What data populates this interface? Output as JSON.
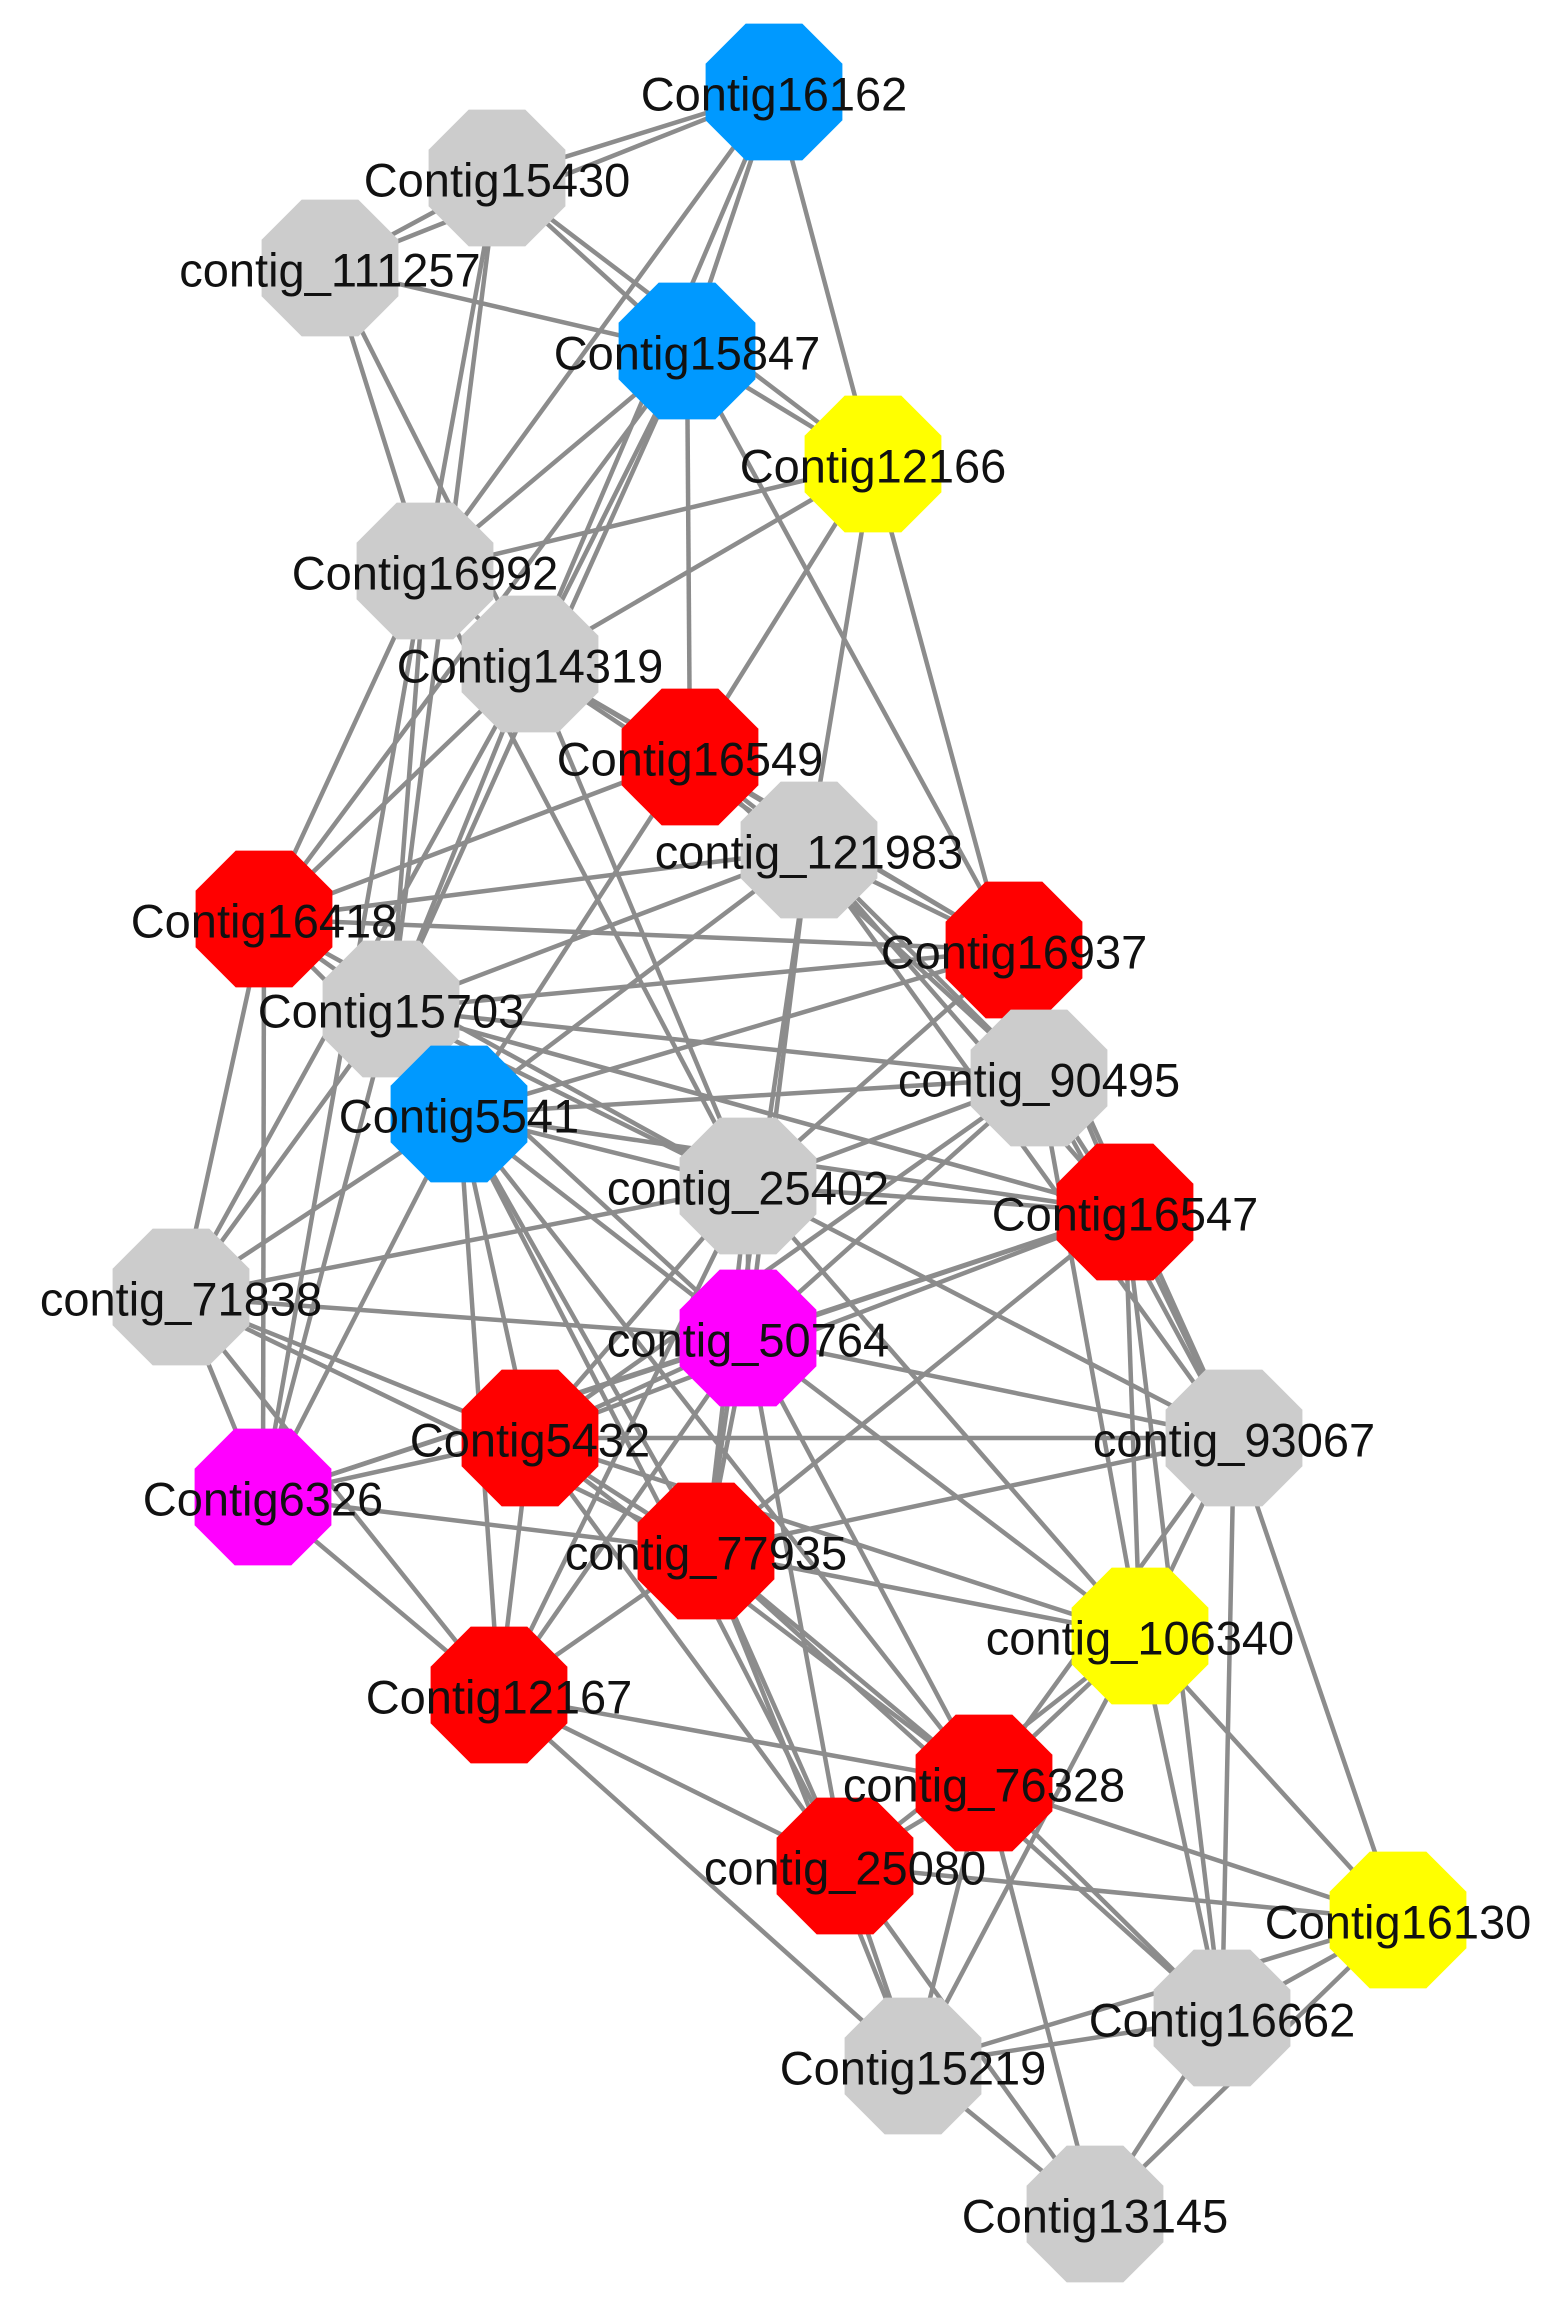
{
  "colors": {
    "gray": "#cccccc",
    "blue": "#0099ff",
    "yellow": "#ffff00",
    "red": "#ff0000",
    "magenta": "#ff00ff",
    "edge": "#8c8c8c"
  },
  "nodes": [
    {
      "id": "Contig16162",
      "label": "Contig16162",
      "color": "blue"
    },
    {
      "id": "Contig15430",
      "label": "Contig15430",
      "color": "gray"
    },
    {
      "id": "contig_111257",
      "label": "contig_111257",
      "color": "gray"
    },
    {
      "id": "Contig15847",
      "label": "Contig15847",
      "color": "blue"
    },
    {
      "id": "Contig12166",
      "label": "Contig12166",
      "color": "yellow"
    },
    {
      "id": "Contig16992",
      "label": "Contig16992",
      "color": "gray"
    },
    {
      "id": "Contig14319",
      "label": "Contig14319",
      "color": "gray"
    },
    {
      "id": "Contig16549",
      "label": "Contig16549",
      "color": "red"
    },
    {
      "id": "contig_121983",
      "label": "contig_121983",
      "color": "gray"
    },
    {
      "id": "Contig16418",
      "label": "Contig16418",
      "color": "red"
    },
    {
      "id": "Contig16937",
      "label": "Contig16937",
      "color": "red"
    },
    {
      "id": "Contig15703",
      "label": "Contig15703",
      "color": "gray"
    },
    {
      "id": "contig_90495",
      "label": "contig_90495",
      "color": "gray"
    },
    {
      "id": "Contig5541",
      "label": "Contig5541",
      "color": "blue"
    },
    {
      "id": "contig_25402",
      "label": "contig_25402",
      "color": "gray"
    },
    {
      "id": "Contig16547",
      "label": "Contig16547",
      "color": "red"
    },
    {
      "id": "contig_71838",
      "label": "contig_71838",
      "color": "gray"
    },
    {
      "id": "contig_50764",
      "label": "contig_50764",
      "color": "magenta"
    },
    {
      "id": "contig_93067",
      "label": "contig_93067",
      "color": "gray"
    },
    {
      "id": "Contig5432",
      "label": "Contig5432",
      "color": "red"
    },
    {
      "id": "Contig6326",
      "label": "Contig6326",
      "color": "magenta"
    },
    {
      "id": "contig_77935",
      "label": "contig_77935",
      "color": "red"
    },
    {
      "id": "contig_106340",
      "label": "contig_106340",
      "color": "yellow"
    },
    {
      "id": "Contig12167",
      "label": "Contig12167",
      "color": "red"
    },
    {
      "id": "contig_76328",
      "label": "contig_76328",
      "color": "red"
    },
    {
      "id": "contig_25080",
      "label": "contig_25080",
      "color": "red"
    },
    {
      "id": "Contig16130",
      "label": "Contig16130",
      "color": "yellow"
    },
    {
      "id": "Contig16662",
      "label": "Contig16662",
      "color": "gray"
    },
    {
      "id": "Contig15219",
      "label": "Contig15219",
      "color": "gray"
    },
    {
      "id": "Contig13145",
      "label": "Contig13145",
      "color": "gray"
    }
  ],
  "edges": [
    [
      "Contig16162",
      "Contig15430"
    ],
    [
      "Contig16162",
      "contig_111257"
    ],
    [
      "Contig16162",
      "Contig15847"
    ],
    [
      "Contig16162",
      "Contig12166"
    ],
    [
      "Contig16162",
      "Contig14319"
    ],
    [
      "Contig16162",
      "Contig16992"
    ],
    [
      "Contig15430",
      "contig_111257"
    ],
    [
      "Contig15430",
      "Contig15847"
    ],
    [
      "Contig15430",
      "Contig16992"
    ],
    [
      "Contig15430",
      "Contig15703"
    ],
    [
      "Contig15430",
      "Contig12166"
    ],
    [
      "contig_111257",
      "Contig15847"
    ],
    [
      "contig_111257",
      "Contig16992"
    ],
    [
      "contig_111257",
      "Contig14319"
    ],
    [
      "Contig15847",
      "Contig12166"
    ],
    [
      "Contig15847",
      "Contig14319"
    ],
    [
      "Contig15847",
      "Contig16992"
    ],
    [
      "Contig15847",
      "Contig16549"
    ],
    [
      "Contig15847",
      "Contig16418"
    ],
    [
      "Contig15847",
      "Contig16937"
    ],
    [
      "Contig15847",
      "Contig15703"
    ],
    [
      "Contig12166",
      "Contig16992"
    ],
    [
      "Contig12166",
      "Contig16549"
    ],
    [
      "Contig12166",
      "contig_121983"
    ],
    [
      "Contig12166",
      "contig_90495"
    ],
    [
      "Contig12166",
      "Contig14319"
    ],
    [
      "Contig16992",
      "Contig14319"
    ],
    [
      "Contig16992",
      "Contig16418"
    ],
    [
      "Contig16992",
      "Contig15703"
    ],
    [
      "Contig16992",
      "contig_25402"
    ],
    [
      "Contig16992",
      "Contig6326"
    ],
    [
      "Contig14319",
      "Contig16549"
    ],
    [
      "Contig14319",
      "contig_121983"
    ],
    [
      "Contig14319",
      "Contig16418"
    ],
    [
      "Contig14319",
      "Contig16937"
    ],
    [
      "Contig14319",
      "contig_25402"
    ],
    [
      "Contig14319",
      "contig_71838"
    ],
    [
      "Contig14319",
      "Contig15703"
    ],
    [
      "Contig16549",
      "contig_121983"
    ],
    [
      "Contig16549",
      "Contig16418"
    ],
    [
      "Contig16549",
      "Contig16937"
    ],
    [
      "Contig16549",
      "Contig5541"
    ],
    [
      "Contig16549",
      "contig_90495"
    ],
    [
      "contig_121983",
      "Contig16418"
    ],
    [
      "contig_121983",
      "Contig16937"
    ],
    [
      "contig_121983",
      "contig_90495"
    ],
    [
      "contig_121983",
      "Contig16547"
    ],
    [
      "contig_121983",
      "Contig5541"
    ],
    [
      "contig_121983",
      "Contig15703"
    ],
    [
      "contig_121983",
      "contig_50764"
    ],
    [
      "contig_121983",
      "contig_93067"
    ],
    [
      "contig_121983",
      "contig_77935"
    ],
    [
      "Contig16418",
      "Contig15703"
    ],
    [
      "Contig16418",
      "Contig5541"
    ],
    [
      "Contig16418",
      "contig_71838"
    ],
    [
      "Contig16418",
      "Contig6326"
    ],
    [
      "Contig16418",
      "Contig16937"
    ],
    [
      "Contig16418",
      "contig_25402"
    ],
    [
      "Contig16937",
      "Contig15703"
    ],
    [
      "Contig16937",
      "contig_90495"
    ],
    [
      "Contig16937",
      "Contig16547"
    ],
    [
      "Contig16937",
      "contig_25402"
    ],
    [
      "Contig16937",
      "contig_93067"
    ],
    [
      "Contig16937",
      "Contig5541"
    ],
    [
      "Contig15703",
      "Contig5541"
    ],
    [
      "Contig15703",
      "contig_90495"
    ],
    [
      "Contig15703",
      "contig_25402"
    ],
    [
      "Contig15703",
      "contig_71838"
    ],
    [
      "Contig15703",
      "Contig6326"
    ],
    [
      "Contig15703",
      "Contig16547"
    ],
    [
      "Contig15703",
      "contig_50764"
    ],
    [
      "contig_90495",
      "Contig16547"
    ],
    [
      "contig_90495",
      "contig_93067"
    ],
    [
      "contig_90495",
      "contig_25402"
    ],
    [
      "contig_90495",
      "Contig5541"
    ],
    [
      "contig_90495",
      "contig_106340"
    ],
    [
      "contig_90495",
      "Contig5432"
    ],
    [
      "contig_90495",
      "contig_50764"
    ],
    [
      "Contig5541",
      "contig_25402"
    ],
    [
      "Contig5541",
      "contig_50764"
    ],
    [
      "Contig5541",
      "Contig5432"
    ],
    [
      "Contig5541",
      "contig_77935"
    ],
    [
      "Contig5541",
      "Contig12167"
    ],
    [
      "Contig5541",
      "contig_25080"
    ],
    [
      "Contig5541",
      "contig_76328"
    ],
    [
      "Contig5541",
      "Contig6326"
    ],
    [
      "Contig5541",
      "Contig16547"
    ],
    [
      "Contig5541",
      "contig_71838"
    ],
    [
      "contig_25402",
      "Contig16547"
    ],
    [
      "contig_25402",
      "contig_50764"
    ],
    [
      "contig_25402",
      "contig_71838"
    ],
    [
      "contig_25402",
      "Contig5432"
    ],
    [
      "contig_25402",
      "contig_77935"
    ],
    [
      "contig_25402",
      "Contig12167"
    ],
    [
      "contig_25402",
      "contig_93067"
    ],
    [
      "contig_25402",
      "contig_106340"
    ],
    [
      "Contig16547",
      "contig_93067"
    ],
    [
      "Contig16547",
      "contig_50764"
    ],
    [
      "Contig16547",
      "Contig5432"
    ],
    [
      "Contig16547",
      "contig_106340"
    ],
    [
      "Contig16547",
      "contig_77935"
    ],
    [
      "Contig16547",
      "Contig16662"
    ],
    [
      "Contig16547",
      "Contig6326"
    ],
    [
      "contig_71838",
      "contig_50764"
    ],
    [
      "contig_71838",
      "Contig6326"
    ],
    [
      "contig_71838",
      "Contig5432"
    ],
    [
      "contig_71838",
      "contig_77935"
    ],
    [
      "contig_71838",
      "Contig12167"
    ],
    [
      "contig_50764",
      "Contig5432"
    ],
    [
      "contig_50764",
      "contig_77935"
    ],
    [
      "contig_50764",
      "contig_93067"
    ],
    [
      "contig_50764",
      "contig_106340"
    ],
    [
      "contig_50764",
      "Contig12167"
    ],
    [
      "contig_50764",
      "contig_76328"
    ],
    [
      "contig_50764",
      "contig_25080"
    ],
    [
      "contig_50764",
      "Contig6326"
    ],
    [
      "contig_93067",
      "contig_106340"
    ],
    [
      "contig_93067",
      "Contig16130"
    ],
    [
      "contig_93067",
      "Contig16662"
    ],
    [
      "contig_93067",
      "contig_77935"
    ],
    [
      "contig_93067",
      "contig_76328"
    ],
    [
      "contig_93067",
      "Contig5432"
    ],
    [
      "Contig5432",
      "Contig6326"
    ],
    [
      "Contig5432",
      "contig_77935"
    ],
    [
      "Contig5432",
      "Contig12167"
    ],
    [
      "Contig5432",
      "contig_76328"
    ],
    [
      "Contig5432",
      "contig_25080"
    ],
    [
      "Contig5432",
      "contig_106340"
    ],
    [
      "Contig6326",
      "contig_77935"
    ],
    [
      "Contig6326",
      "Contig12167"
    ],
    [
      "contig_77935",
      "Contig12167"
    ],
    [
      "contig_77935",
      "contig_106340"
    ],
    [
      "contig_77935",
      "contig_76328"
    ],
    [
      "contig_77935",
      "contig_25080"
    ],
    [
      "contig_77935",
      "Contig15219"
    ],
    [
      "contig_77935",
      "Contig16662"
    ],
    [
      "contig_106340",
      "contig_76328"
    ],
    [
      "contig_106340",
      "contig_25080"
    ],
    [
      "contig_106340",
      "Contig16130"
    ],
    [
      "contig_106340",
      "Contig16662"
    ],
    [
      "contig_106340",
      "Contig15219"
    ],
    [
      "Contig12167",
      "contig_76328"
    ],
    [
      "Contig12167",
      "contig_25080"
    ],
    [
      "Contig12167",
      "Contig15219"
    ],
    [
      "contig_76328",
      "contig_25080"
    ],
    [
      "contig_76328",
      "Contig16130"
    ],
    [
      "contig_76328",
      "Contig15219"
    ],
    [
      "contig_76328",
      "Contig16662"
    ],
    [
      "contig_76328",
      "Contig13145"
    ],
    [
      "contig_25080",
      "Contig16130"
    ],
    [
      "contig_25080",
      "Contig15219"
    ],
    [
      "contig_25080",
      "Contig13145"
    ],
    [
      "Contig16130",
      "Contig16662"
    ],
    [
      "Contig16130",
      "Contig15219"
    ],
    [
      "Contig16130",
      "Contig13145"
    ],
    [
      "Contig16662",
      "Contig15219"
    ],
    [
      "Contig16662",
      "Contig13145"
    ],
    [
      "Contig15219",
      "Contig13145"
    ]
  ]
}
